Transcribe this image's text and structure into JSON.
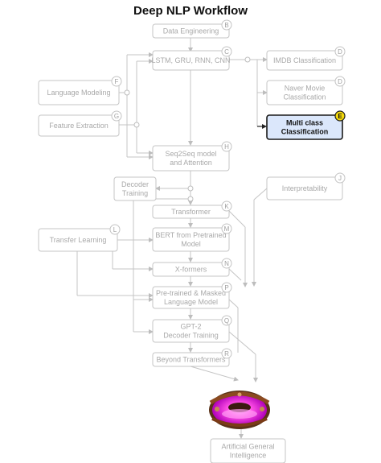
{
  "title": "Deep NLP Workflow",
  "colors": {
    "highlight_fill": "#dbe7fb",
    "highlight_tag": "#f5d90a",
    "line": "#c4c4c4",
    "text_muted": "#a9a9a9"
  },
  "nodes": {
    "B": {
      "tag": "B",
      "lines": [
        "Data Engineering"
      ]
    },
    "C": {
      "tag": "C",
      "lines": [
        "LSTM, GRU, RNN, CNN"
      ]
    },
    "D1": {
      "tag": "D",
      "lines": [
        "IMDB Classification"
      ]
    },
    "D2": {
      "tag": "D",
      "lines": [
        "Naver Movie",
        "Classification"
      ]
    },
    "E": {
      "tag": "E",
      "lines": [
        "Multi class",
        "Classification"
      ]
    },
    "F": {
      "tag": "F",
      "lines": [
        "Language Modeling"
      ]
    },
    "G": {
      "tag": "G",
      "lines": [
        "Feature Extraction"
      ]
    },
    "H": {
      "tag": "H",
      "lines": [
        "Seq2Seq model",
        "and Attention"
      ]
    },
    "DT": {
      "tag": "",
      "lines": [
        "Decoder",
        "Training"
      ]
    },
    "J": {
      "tag": "J",
      "lines": [
        "Interpretability"
      ]
    },
    "K": {
      "tag": "K",
      "lines": [
        "Transformer"
      ]
    },
    "L": {
      "tag": "L",
      "lines": [
        "Transfer Learning"
      ]
    },
    "M": {
      "tag": "M",
      "lines": [
        "BERT from Pretrained",
        "Model"
      ]
    },
    "N": {
      "tag": "N",
      "lines": [
        "X-formers"
      ]
    },
    "P": {
      "tag": "P",
      "lines": [
        "Pre-trained & Masked",
        "Language Model"
      ]
    },
    "Q": {
      "tag": "Q",
      "lines": [
        "GPT-2",
        "Decoder Training"
      ]
    },
    "R": {
      "tag": "R",
      "lines": [
        "Beyond Transformers"
      ]
    },
    "AGI": {
      "tag": "",
      "lines": [
        "Artificial General",
        "Intelligence"
      ]
    }
  },
  "highlighted": "E",
  "image": {
    "icon": "glowing-ring-icon"
  }
}
